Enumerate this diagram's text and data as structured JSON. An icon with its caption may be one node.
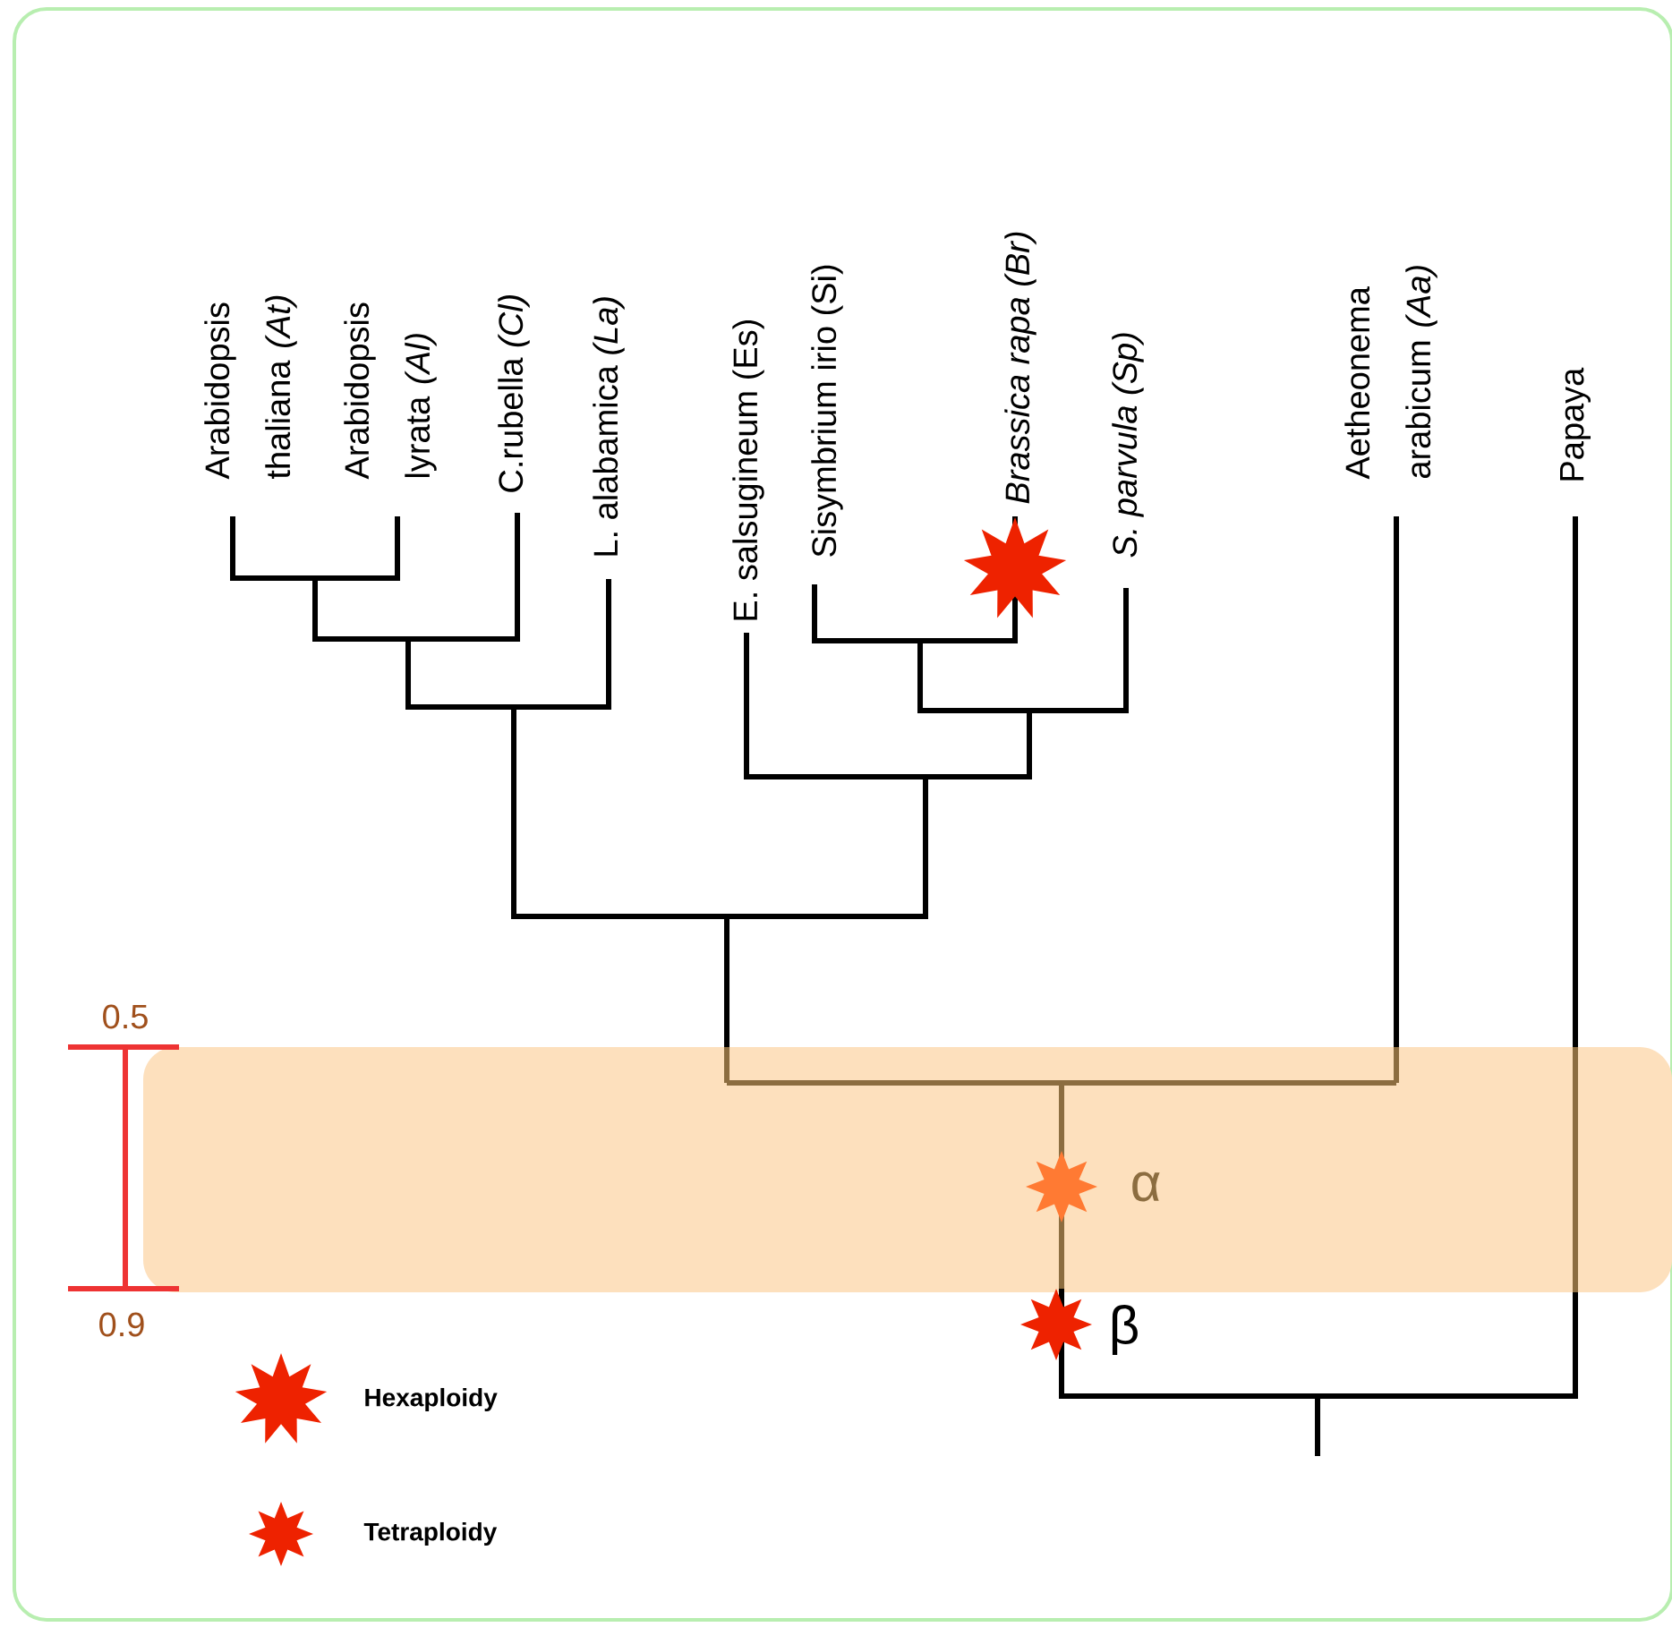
{
  "diagram": {
    "labels": [
      "Arabidopsis thaliana *(At)*",
      "Arabidopsis lyrata *(Al)*",
      "C.rubella *(Cl)*",
      "L. alabamica *(La)*",
      "E. salsugineum (Es)",
      "Sisymbrium irio (Si)",
      "Brassica rapa (Br)",
      "S. parvula (Sp)",
      "Aetheonema arabicum *(Aa)*",
      "Papaya",
      "0.5",
      "0.9",
      "α",
      "β"
    ],
    "legend": [
      {
        "text": "Hexaploidy"
      },
      {
        "text": "Tetraploidy"
      }
    ]
  }
}
